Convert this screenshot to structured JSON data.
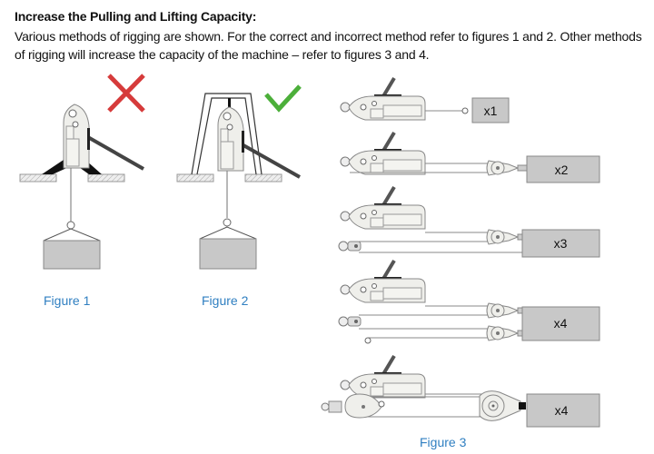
{
  "heading": "Increase the Pulling and Lifting Capacity:",
  "paragraph": "Various methods of rigging are shown. For the correct and incorrect method refer to figures 1 and 2. Other methods of rigging will increase the capacity of the machine – refer to figures 3 and 4.",
  "figures": {
    "figure1": {
      "caption": "Figure 1",
      "status_icon": "cross-icon",
      "status_color": "#d63b3b"
    },
    "figure2": {
      "caption": "Figure 2",
      "status_icon": "check-icon",
      "status_color": "#4caf3a"
    },
    "figure3": {
      "caption": "Figure 3",
      "loads": [
        "x1",
        "x2",
        "x3",
        "x4",
        "x4"
      ]
    }
  },
  "colors": {
    "caption": "#2f7fc1",
    "load_box": "#c8c8c8"
  }
}
